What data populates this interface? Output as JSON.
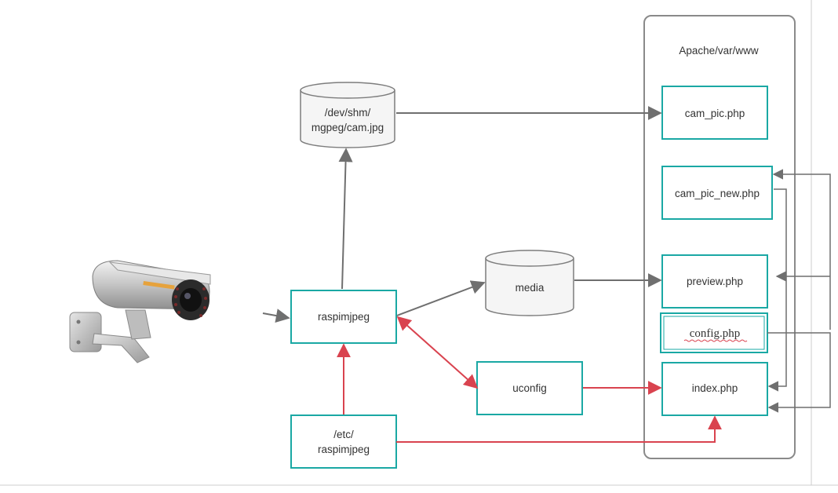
{
  "diagram": {
    "container_label": "Apache/var/www",
    "nodes": {
      "shm_store": {
        "line1": "/dev/shm/",
        "line2": "mgpeg/cam.jpg"
      },
      "media_store": {
        "label": "media"
      },
      "raspimjpeg": {
        "label": "raspimjpeg"
      },
      "uconfig": {
        "label": "uconfig"
      },
      "etc_config": {
        "line1": "/etc/",
        "line2": "raspimjpeg"
      },
      "cam_pic": {
        "label": "cam_pic.php"
      },
      "cam_pic_new": {
        "label": "cam_pic_new.php"
      },
      "preview": {
        "label": "preview.php"
      },
      "config_php": {
        "label": "config.php"
      },
      "index": {
        "label": "index.php"
      }
    },
    "colors": {
      "teal": "#1aa8a4",
      "gray": "#6f6f6f",
      "red": "#d9434f",
      "container": "#8a8a8a"
    },
    "icons": {
      "camera": "security-camera-icon"
    }
  }
}
